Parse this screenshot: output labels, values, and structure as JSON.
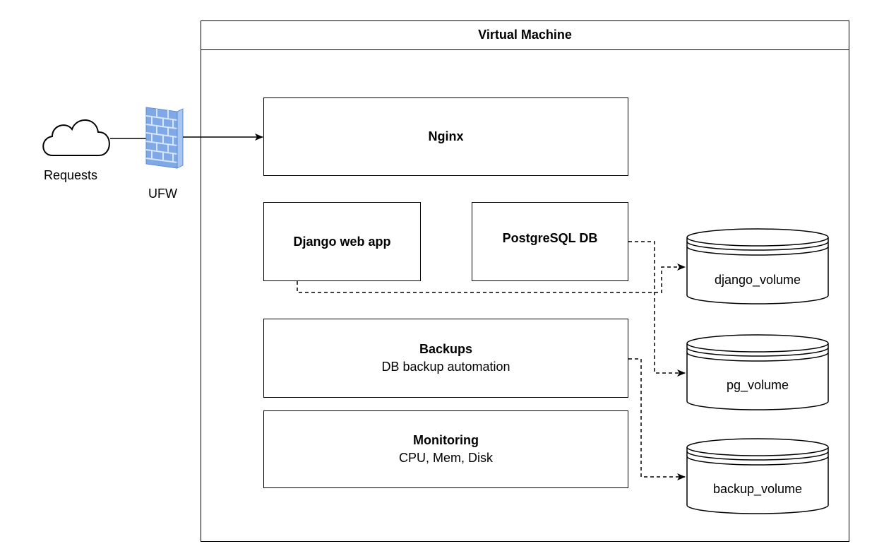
{
  "vm": {
    "title": "Virtual Machine"
  },
  "external": {
    "requests_label": "Requests",
    "firewall_label": "UFW"
  },
  "services": {
    "nginx": {
      "title": "Nginx"
    },
    "django": {
      "title": "Django web app"
    },
    "postgres": {
      "title": "PostgreSQL DB"
    },
    "backups": {
      "title": "Backups",
      "subtitle": "DB backup automation"
    },
    "monitoring": {
      "title": "Monitoring",
      "subtitle": "CPU, Mem, Disk"
    }
  },
  "volumes": {
    "django_volume": "django_volume",
    "pg_volume": "pg_volume",
    "backup_volume": "backup_volume"
  },
  "icons": {
    "requests": "cloud-icon",
    "firewall": "firewall-icon"
  },
  "colors": {
    "stroke": "#000000",
    "firewall_brick": "#7ea9e6",
    "firewall_mortar": "#d6e5fa"
  }
}
